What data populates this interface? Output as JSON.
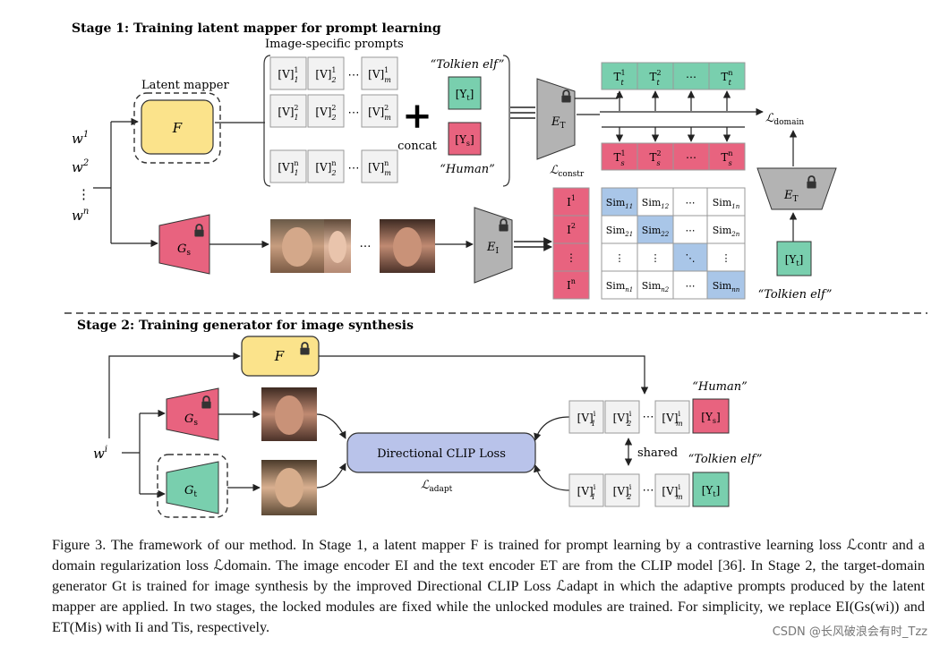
{
  "stage1": {
    "title": "Stage 1: Training latent mapper for prompt learning",
    "prompts_title": "Image-specific prompts",
    "mapper_label": "Latent mapper",
    "mapper_symbol": "F",
    "inputs": [
      "w",
      "w",
      "⋮",
      "w"
    ],
    "input_sups": [
      "1",
      "2",
      "",
      "n"
    ],
    "prompt_rows": [
      [
        "[V]",
        "[V]",
        "⋯",
        "[V]"
      ],
      [
        "[V]",
        "[V]",
        "⋯",
        "[V]"
      ],
      [
        "[V]",
        "[V]",
        "⋯",
        "[V]"
      ]
    ],
    "prompt_sups": [
      [
        "1",
        "1",
        "",
        "1"
      ],
      [
        "2",
        "2",
        "",
        "2"
      ],
      [
        "n",
        "n",
        "",
        "n"
      ]
    ],
    "prompt_subs": [
      [
        "1",
        "2",
        "",
        "m"
      ],
      [
        "1",
        "2",
        "",
        "m"
      ],
      [
        "1",
        "2",
        "",
        "m"
      ]
    ],
    "plus": "+",
    "concat": "concat",
    "target_quote": "“Tolkien elf”",
    "source_quote": "“Human”",
    "target_token": "[Y",
    "source_token": "[Y",
    "target_sub": "t",
    "source_sub": "s",
    "text_encoder": "E",
    "text_encoder_sub": "T",
    "image_encoder": "E",
    "image_encoder_sub": "I",
    "generator": "G",
    "generator_sub": "s",
    "loss_constr": "ℒ",
    "loss_constr_sub": "constr",
    "loss_domain": "ℒ",
    "loss_domain_sub": "domain",
    "t_tokens": [
      "T",
      "T",
      "⋯",
      "T"
    ],
    "t_sups": [
      "1",
      "2",
      "",
      "n"
    ],
    "t_subs": [
      "t",
      "t",
      "",
      "t"
    ],
    "s_tokens": [
      "T",
      "T",
      "⋯",
      "T"
    ],
    "s_sups": [
      "1",
      "2",
      "",
      "n"
    ],
    "s_subs": [
      "s",
      "s",
      "",
      "s"
    ],
    "image_feats": [
      "I",
      "I",
      "⋮",
      "I"
    ],
    "image_sups": [
      "1",
      "2",
      "",
      "n"
    ],
    "sim_matrix": [
      [
        "Sim",
        "Sim",
        "⋯",
        "Sim"
      ],
      [
        "Sim",
        "Sim",
        "⋯",
        "Sim"
      ],
      [
        "⋮",
        "⋮",
        "⋱",
        "⋮"
      ],
      [
        "Sim",
        "Sim",
        "⋯",
        "Sim"
      ]
    ],
    "sim_subs": [
      [
        "11",
        "12",
        "",
        "1n"
      ],
      [
        "21",
        "22",
        "",
        "2n"
      ],
      [
        "",
        "",
        "",
        ""
      ],
      [
        "n1",
        "n2",
        "",
        "nn"
      ]
    ],
    "ellipsis": "…",
    "domain_target_token": "[Y",
    "domain_target_sub": "t",
    "domain_target_quote": "“Tolkien elf”"
  },
  "stage2": {
    "title": "Stage 2: Training generator for image synthesis",
    "mapper_symbol": "F",
    "input": "w",
    "input_sup": "i",
    "gen_source": "G",
    "gen_source_sub": "s",
    "gen_target": "G",
    "gen_target_sub": "t",
    "loss_box": "Directional CLIP Loss",
    "loss_adapt": "ℒ",
    "loss_adapt_sub": "adapt",
    "source_quote": "“Human”",
    "target_quote": "“Tolkien elf”",
    "prompt_tokens": [
      "[V]",
      "[V]",
      "⋯",
      "[V]"
    ],
    "prompt_sups": [
      "i",
      "i",
      "",
      "i"
    ],
    "prompt_subs": [
      "1",
      "2",
      "",
      "m"
    ],
    "source_token": "[Y",
    "source_sub": "s",
    "target_token": "[Y",
    "target_sub": "t",
    "shared": "shared"
  },
  "caption": [
    "Figure 3. The framework of our method. In Stage 1, a latent mapper F is trained for prompt learning by a contrastive learning loss ℒcontr and a domain regularization loss ℒdomain. The image encoder EI and the text encoder ET are from the CLIP model [36]. In Stage 2, the target-domain generator Gt is trained for image synthesis by the improved Directional CLIP Loss ℒadapt in which the adaptive prompts produced by the latent mapper are applied. In two stages, the locked modules are fixed while the unlocked modules are trained. For simplicity, we replace EI(Gs(wi)) and ET(Mis) with Ii and Tis, respectively."
  ],
  "watermark": "CSDN @长风破浪会有时_Tzz",
  "colors": {
    "pink": "#e8637f",
    "green": "#79cfae",
    "blue": "#a9c6e8",
    "yellow": "#fbe38b",
    "gray": "#b3b3b3",
    "loss_box": "#b9c3ea"
  }
}
